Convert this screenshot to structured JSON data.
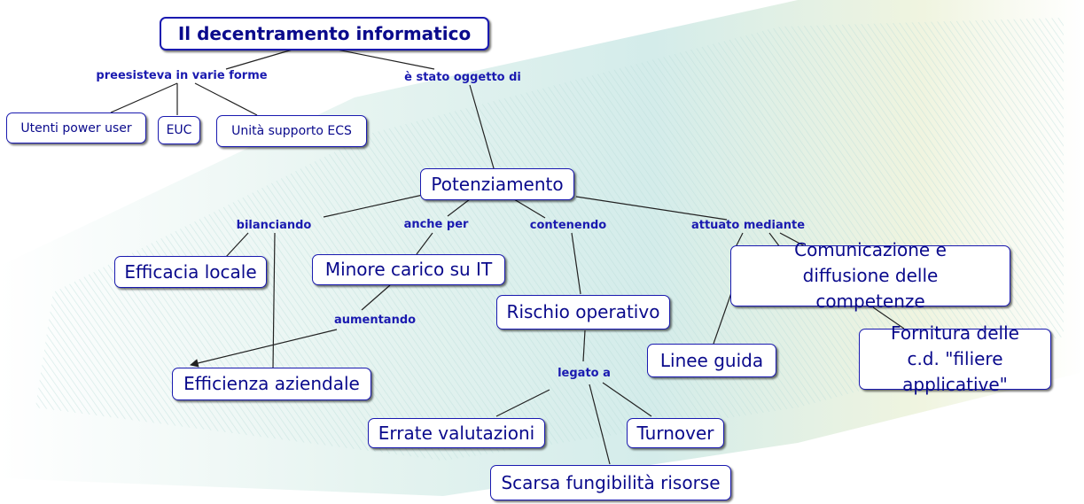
{
  "colors": {
    "node_text": "#0a0a8c",
    "node_border": "#1a1ab0",
    "link_label": "#1a1ab0",
    "line": "#222222",
    "background_tint": "#cfe8e6"
  },
  "title": "Il decentramento informatico",
  "nodes": {
    "utenti": "Utenti power user",
    "euc": "EUC",
    "ecs": "Unità supporto ECS",
    "potenziamento": "Potenziamento",
    "efficacia": "Efficacia locale",
    "minore_carico": "Minore carico su IT",
    "rischio": "Rischio operativo",
    "comunicazione": "Comunicazione e diffusione delle competenze",
    "efficienza": "Efficienza aziendale",
    "linee_guida": "Linee guida",
    "fornitura": "Fornitura delle c.d. \"filiere applicative\"",
    "errate": "Errate valutazioni",
    "turnover": "Turnover",
    "scarsa": "Scarsa fungibilità risorse"
  },
  "link_labels": {
    "preesisteva": "preesisteva in varie forme",
    "oggetto": "è stato oggetto di",
    "bilanciando": "bilanciando",
    "anche_per": "anche per",
    "contenendo": "contenendo",
    "attuato": "attuato mediante",
    "aumentando": "aumentando",
    "legato": "legato a"
  }
}
